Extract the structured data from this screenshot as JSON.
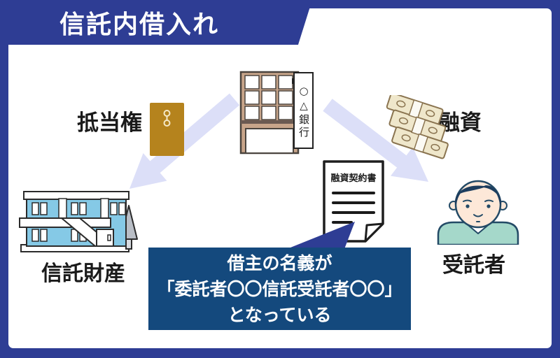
{
  "header": {
    "title": "信託内借入れ"
  },
  "bank": {
    "sign_text": "○△銀行"
  },
  "flows": {
    "mortgage_label": "抵当権",
    "loan_label": "融資"
  },
  "entities": {
    "trust_property_label": "信託財産",
    "trustee_label": "受託者"
  },
  "document": {
    "title": "融資契約書"
  },
  "callout": {
    "line1": "借主の名義が",
    "line2": "「委託者〇〇信託受託者〇〇」",
    "line3": "となっている"
  },
  "colors": {
    "frame_blue": "#2e3d94",
    "callout_navy": "#14497d",
    "arrow_lavender": "#dcdff8",
    "envelope_gold": "#b5831d",
    "bank_tan": "#c8a58a",
    "money_cream": "#efe7cb",
    "building_blue": "#85c9e6",
    "sweater_teal": "#a5d8ca",
    "hair_navy": "#1d3d5e",
    "skin": "#fde8d8",
    "tree_gray": "#b9bec6"
  }
}
